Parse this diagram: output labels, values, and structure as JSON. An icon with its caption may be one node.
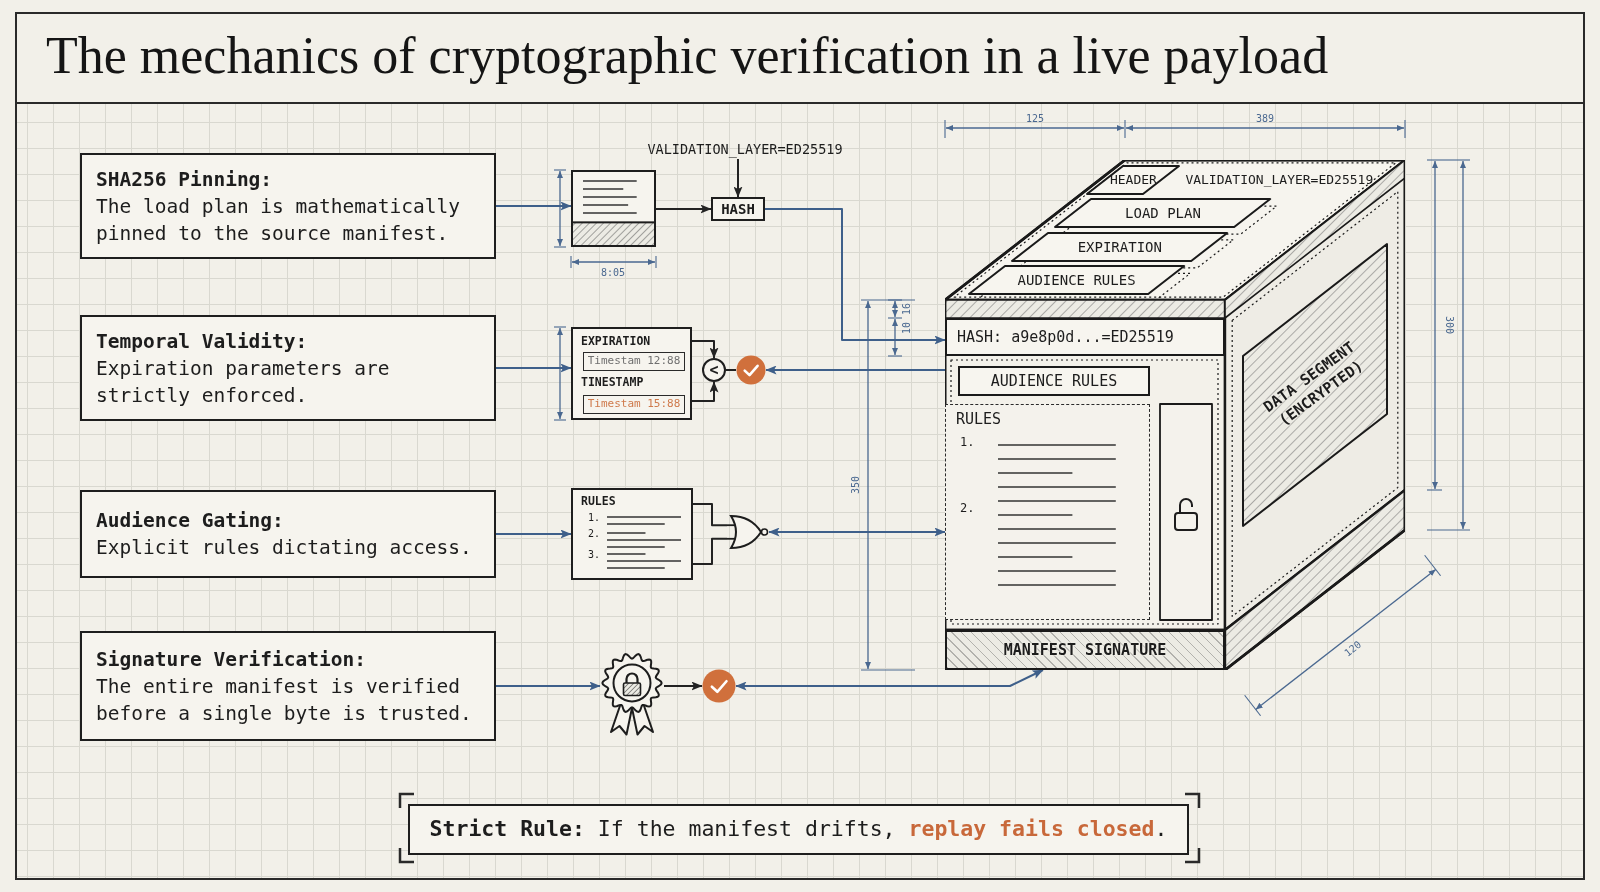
{
  "diagram": {
    "title": "The mechanics of cryptographic verification in a live payload",
    "nodes": [
      {
        "text": [
          "SHA256 Pinning:",
          "The load plan is mathematically pinned to the source manifest."
        ]
      },
      {
        "text": [],
        "shape": "box"
      },
      {
        "text": [
          "VALIDATION_LAYER=ED25519"
        ]
      },
      {
        "text": [
          "HASH"
        ]
      },
      {
        "text": [
          "Temporal Validity:",
          "Expiration parameters are strictly enforced."
        ]
      },
      {
        "text": [
          "EXPIRATION",
          "TINESTAMP"
        ]
      },
      {
        "text": [
          "Timestam 12:88"
        ],
        "in": 5
      },
      {
        "text": [
          "Timestam 15:88"
        ],
        "in": 5
      },
      {
        "text": [
          "<"
        ]
      },
      {
        "text": [],
        "shape": "circle"
      },
      {
        "text": [
          "Audience Gating:",
          "Explicit rules dictating access."
        ]
      },
      {
        "text": [
          "RULES",
          "1.",
          "2.",
          "3."
        ]
      },
      {
        "text": [],
        "shape": "gate"
      },
      {
        "text": [
          "Signature Verification:",
          "The entire manifest is verified before a single byte is trusted."
        ]
      },
      {
        "text": [],
        "shape": "picture"
      },
      {
        "text": [],
        "shape": "circle"
      },
      {
        "text": [],
        "shape": "box"
      },
      {
        "text": [
          "HEADER"
        ],
        "in": 16
      },
      {
        "text": [
          "LOAD PLAN"
        ],
        "in": 16
      },
      {
        "text": [
          "EXPIRATION"
        ],
        "in": 16
      },
      {
        "text": [
          "AUDIENCE RULES"
        ],
        "in": 16
      },
      {
        "text": [
          "HASH: a9e8p0d...=ED25519"
        ],
        "in": 16
      },
      {
        "text": [
          "AUDIENCE RULES"
        ],
        "in": 16
      },
      {
        "text": [
          "RULES",
          "1.",
          "2."
        ],
        "in": 16
      },
      {
        "text": [
          "DATA SEGMENT (ENCRYPTED)"
        ],
        "in": 16
      },
      {
        "text": [
          "MANIFEST SIGNATURE"
        ],
        "in": 16
      },
      {
        "text": [
          "**Strict Rule:** If the manifest drifts, **replay fails closed**."
        ]
      }
    ],
    "edges": [
      {
        "from": 0,
        "to": 1,
        "arrow": "to",
        "color": "#3e5f8a"
      },
      {
        "from": 2,
        "to": 3,
        "arrow": "to",
        "color": "#222222"
      },
      {
        "from": 1,
        "to": 3,
        "arrow": "to",
        "color": "#222222"
      },
      {
        "from": 3,
        "to": 21,
        "arrow": "to",
        "color": "#3e5f8a"
      },
      {
        "from": 4,
        "to": 5,
        "arrow": "to",
        "color": "#3e5f8a"
      },
      {
        "from": 5,
        "to": 8,
        "arrow": "to",
        "color": "#222222"
      },
      {
        "from": 5,
        "to": 8,
        "arrow": "to",
        "color": "#222222"
      },
      {
        "from": 8,
        "to": 9,
        "arrow": "none",
        "color": "#222222"
      },
      {
        "from": 16,
        "to": 9,
        "arrow": "to",
        "color": "#3e5f8a"
      },
      {
        "from": 10,
        "to": 11,
        "arrow": "to",
        "color": "#3e5f8a"
      },
      {
        "from": 11,
        "to": 12,
        "arrow": "none",
        "color": "#222222"
      },
      {
        "from": 11,
        "to": 12,
        "arrow": "none",
        "color": "#222222"
      },
      {
        "from": 12,
        "to": 23,
        "arrow": "both",
        "color": "#3e5f8a"
      },
      {
        "from": 13,
        "to": 14,
        "arrow": "to",
        "color": "#3e5f8a"
      },
      {
        "from": 14,
        "to": 15,
        "arrow": "to",
        "color": "#222222"
      },
      {
        "from": 15,
        "to": 25,
        "arrow": "both",
        "color": "#3e5f8a"
      }
    ],
    "labels": [
      "125",
      "389",
      "VALIDATION_LAYER=ED25519",
      "8:05",
      "16",
      "10",
      "350",
      "300",
      "120"
    ]
  }
}
